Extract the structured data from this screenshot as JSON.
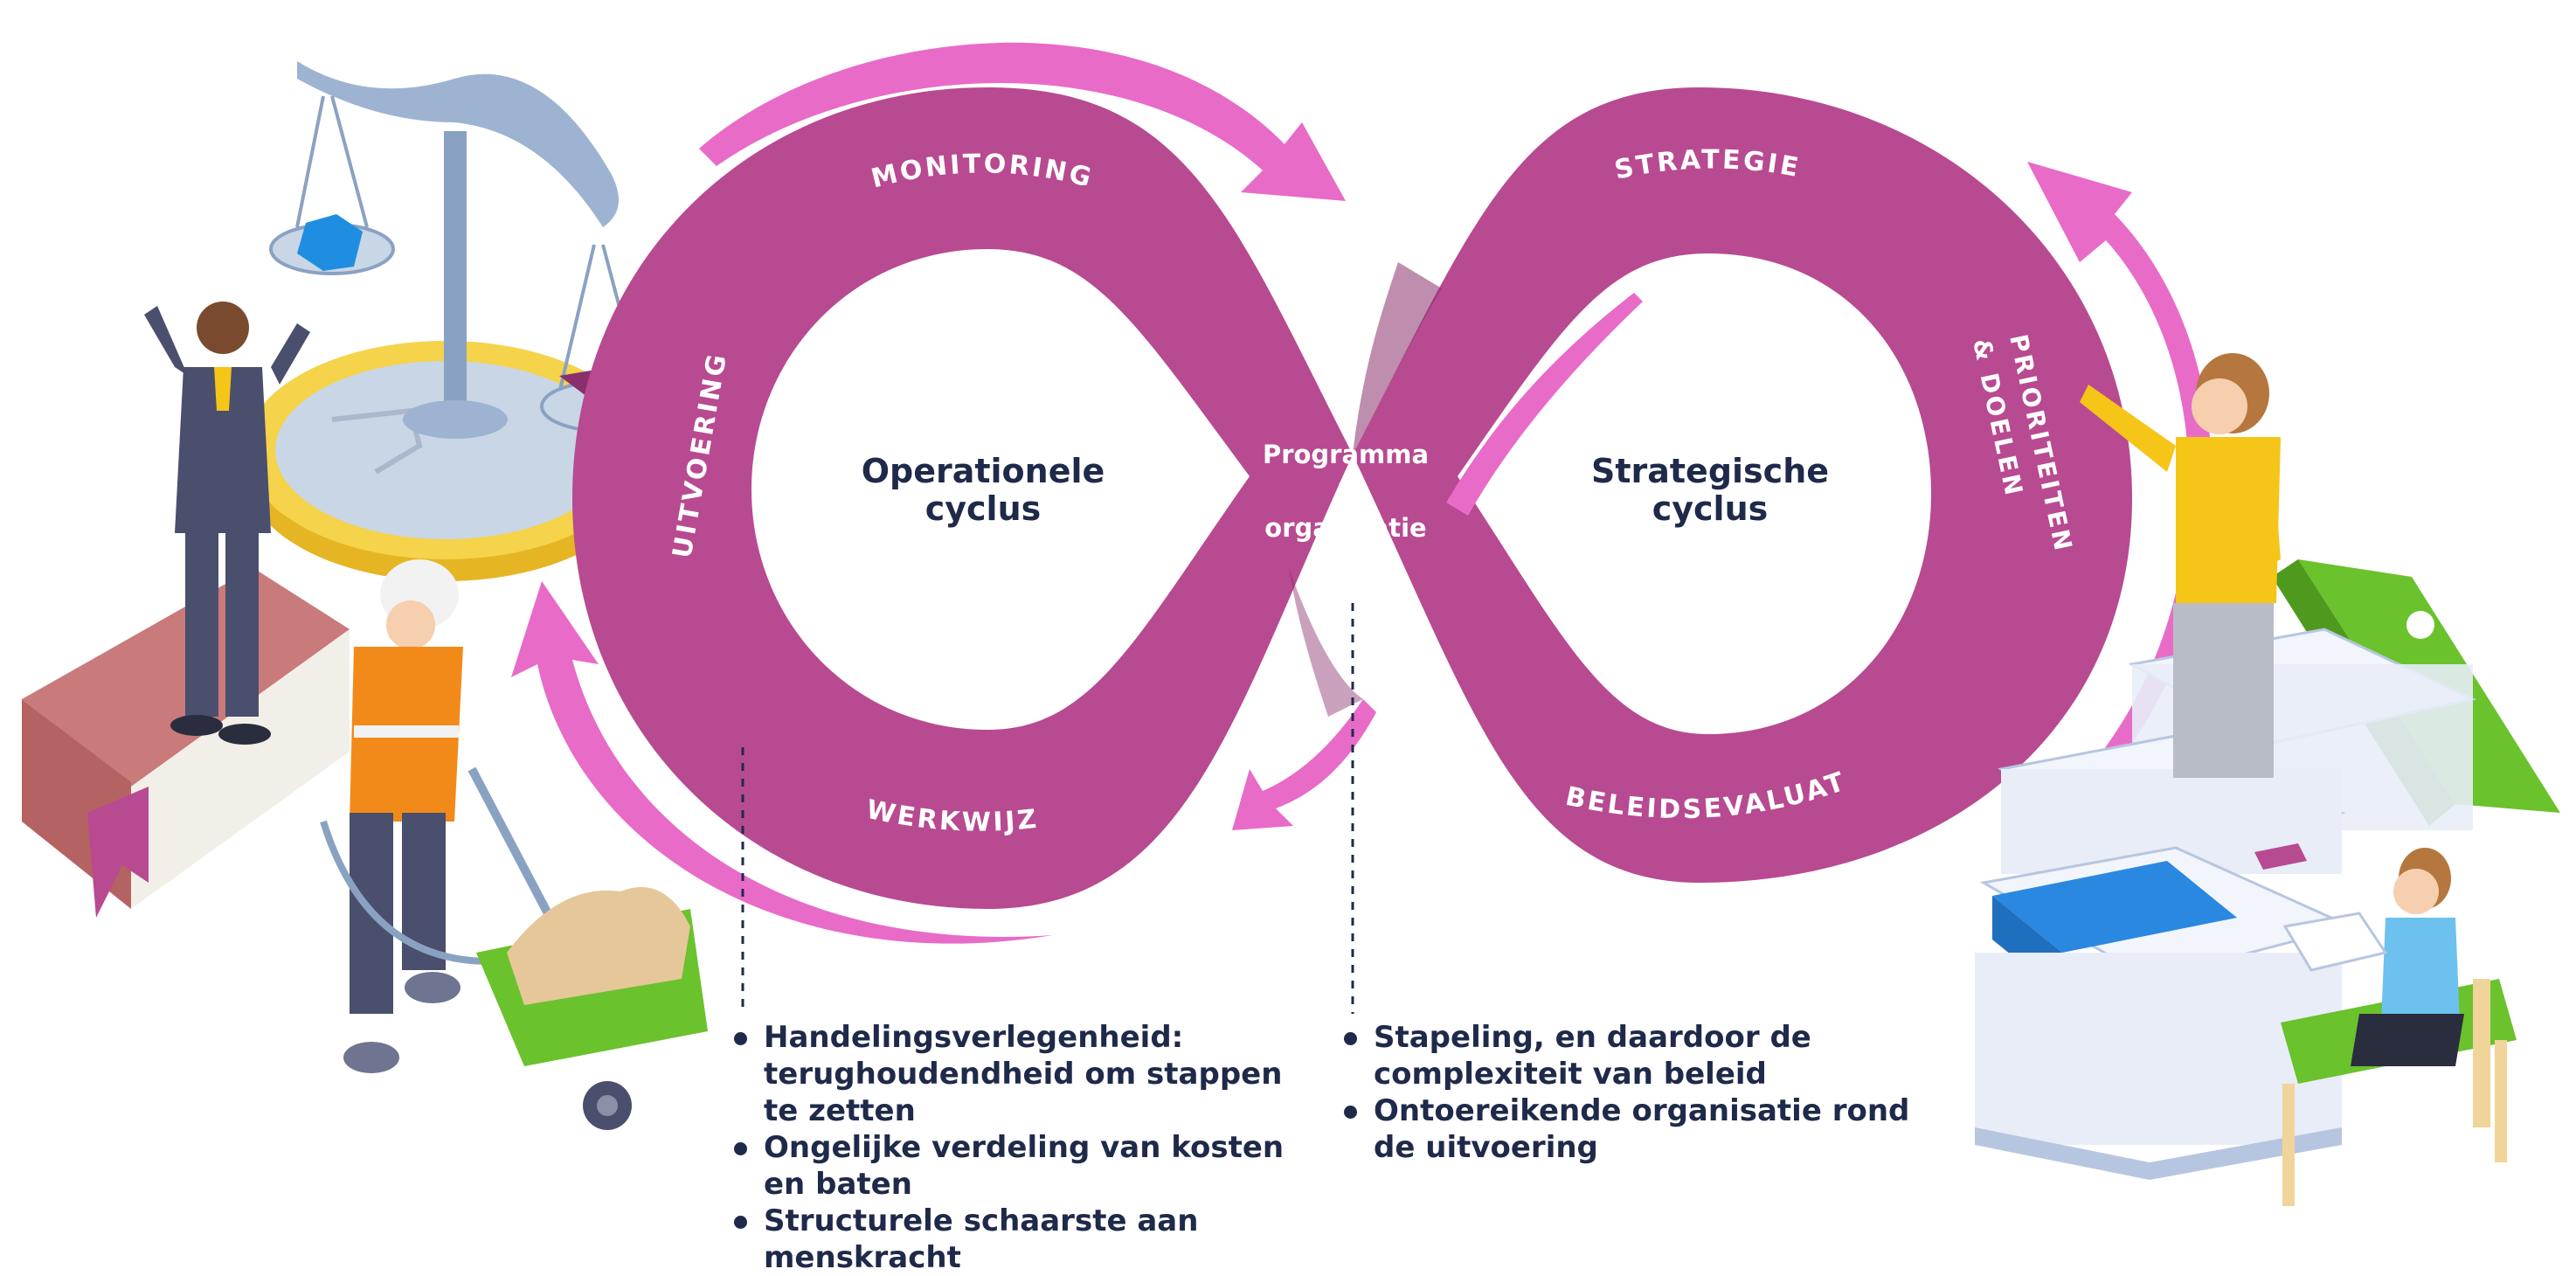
{
  "loops": {
    "left": {
      "title_line1": "Operationele",
      "title_line2": "cyclus"
    },
    "right": {
      "title_line1": "Strategische",
      "title_line2": "cyclus"
    }
  },
  "center": {
    "line1": "Programma",
    "line2": "&",
    "line3": "organisatie"
  },
  "ring_labels": {
    "monitoring": "MONITORING",
    "uitvoering": "UITVOERING",
    "werkwijze": "WERKWIJZE",
    "strategie": "STRATEGIE",
    "prioriteiten_line1": "PRIORITEITEN",
    "prioriteiten_line2": "& DOELEN",
    "beleidsevaluatie": "BELEIDSEVALUATIE"
  },
  "bullets_left": [
    {
      "line1": "Handelingsverlegenheid:",
      "line2": "terughoudendheid om stappen",
      "line3": "te zetten"
    },
    {
      "line1": "Ongelijke verdeling van kosten",
      "line2": "en baten",
      "line3": ""
    },
    {
      "line1": "Structurele schaarste aan",
      "line2": "menskracht",
      "line3": ""
    }
  ],
  "bullets_right": [
    {
      "line1": "Stapeling, en daardoor de",
      "line2": "complexiteit van beleid"
    },
    {
      "line1": "Ontoereikende organisatie rond",
      "line2": "de uitvoering"
    }
  ],
  "icons": {
    "scale": "balance-scale-icon",
    "coin": "euro-coin-icon",
    "book": "book-icon",
    "businessman": "businessman-icon",
    "worker": "construction-worker-icon",
    "wheelbarrow": "wheelbarrow-icon",
    "woman_pointing": "woman-presenter-icon",
    "binders": "binders-icon",
    "paper_stack": "paper-stack-icon",
    "reader": "woman-reading-icon"
  },
  "colors": {
    "ring": "#b84a91",
    "ring_dark": "#8a2f6c",
    "arrow": "#e86bc8",
    "text_dark": "#1f2a4a"
  }
}
